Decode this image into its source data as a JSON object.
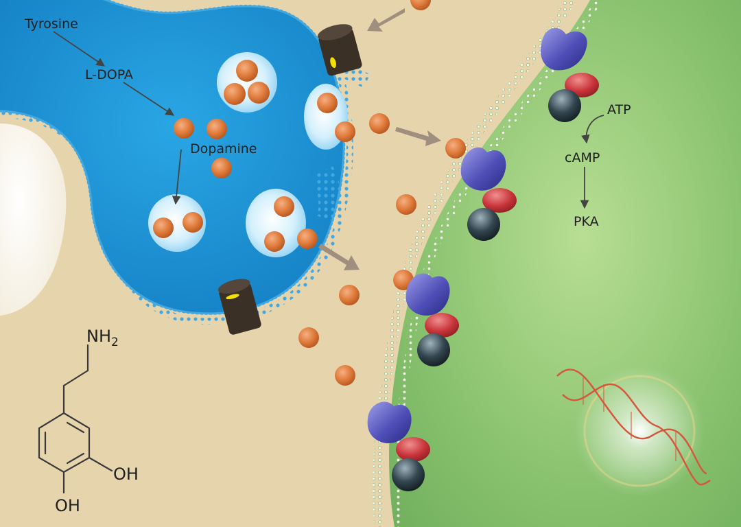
{
  "presynaptic_pathway": {
    "tyrosine": "Tyrosine",
    "l_dopa": "L-DOPA",
    "dopamine": "Dopamine"
  },
  "postsynaptic_pathway": {
    "atp": "ATP",
    "camp": "cAMP",
    "pka": "PKA"
  },
  "structure_labels": {
    "amine": "NH",
    "amine_subscript": "2",
    "hydroxyl_upper": "OH",
    "hydroxyl_lower": "OH"
  },
  "colors": {
    "presynaptic_terminal": "#1f96d8",
    "membrane_lipid": "#43a8e0",
    "synaptic_cleft": "#e6d4ad",
    "postsynaptic_cell": "#86c070",
    "postsynaptic_membrane": "#c9dcae",
    "dopamine_molecule": "#e07c3c",
    "transporter": "#3b3026",
    "receptor": "#4f4fb8",
    "g_protein_alpha": "#c8343a",
    "g_protein_beta": "#33464f",
    "dna_strand": "#d4583e",
    "pathway_arrow": "#9e8f7e"
  },
  "icons": {
    "dopamine_molecule": "orange-sphere",
    "receptor": "crescent-receptor",
    "transporter": "cylinder-transporter",
    "vesicle": "light-blue-orb",
    "dna": "double-helix"
  }
}
